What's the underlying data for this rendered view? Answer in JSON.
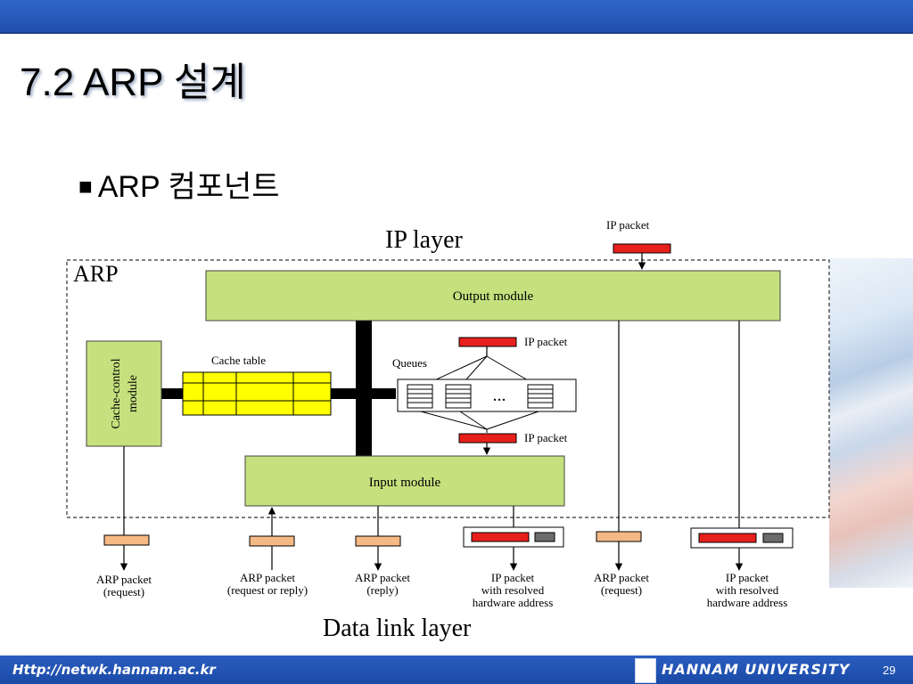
{
  "slide": {
    "title": "7.2 ARP 설계",
    "bullet_mark": "■",
    "bullet_text": "ARP 컴포넌트"
  },
  "diagram": {
    "ip_layer_label": "IP layer",
    "arp_label": "ARP",
    "data_link_label": "Data link layer",
    "output_module": "Output module",
    "input_module": "Input module",
    "cache_control_line1": "Cache-control",
    "cache_control_line2": "module",
    "cache_table": "Cache table",
    "queues": "Queues",
    "queues_ellipsis": "...",
    "ip_packet": "IP packet",
    "arp_request_line1": "ARP packet",
    "arp_request_line2": "(request)",
    "arp_req_or_reply_line1": "ARP packet",
    "arp_req_or_reply_line2": "(request or reply)",
    "arp_reply_line1": "ARP packet",
    "arp_reply_line2": "(reply)",
    "resolved_line1": "IP packet",
    "resolved_line2": "with resolved",
    "resolved_line3": "hardware address",
    "colors": {
      "module_fill": "#c5e17e",
      "cache_fill": "#ffff00",
      "packet_red": "#e8201c",
      "packet_orange": "#f5b985",
      "hw_grey": "#6b6b6b"
    }
  },
  "footer": {
    "url": "Http://netwk.hannam.ac.kr",
    "university": "HANNAM  UNIVERSITY",
    "page_number": "29"
  }
}
